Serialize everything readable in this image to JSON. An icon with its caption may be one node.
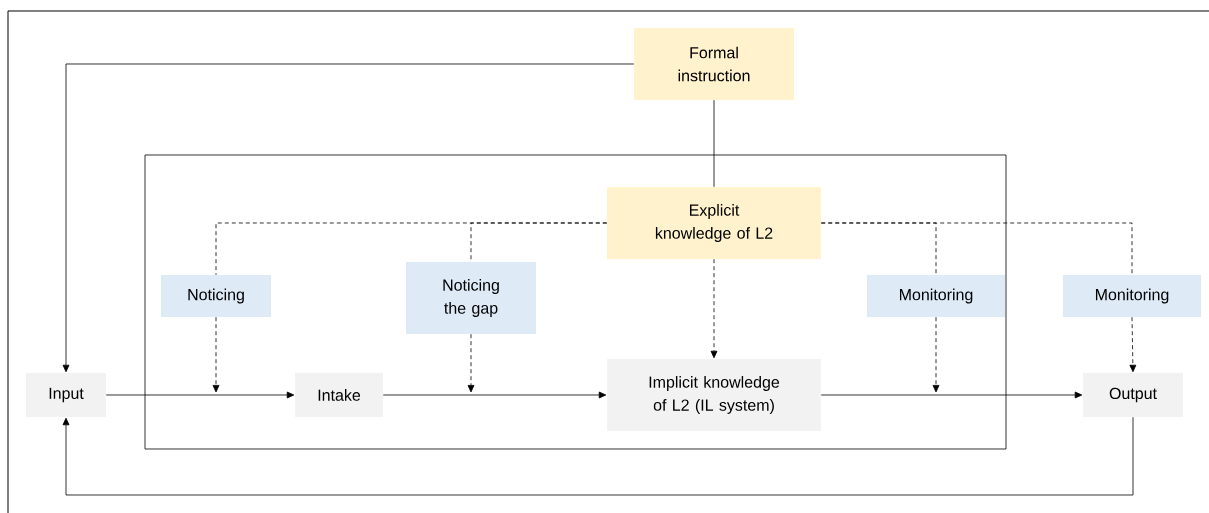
{
  "diagram": {
    "nodes": [
      {
        "text": [
          "Formal instruction"
        ]
      },
      {
        "text": [
          "Explicit knowledge of L2"
        ]
      },
      {
        "text": [
          "Noticing"
        ]
      },
      {
        "text": [
          "Noticing the gap"
        ]
      },
      {
        "text": [
          "Monitoring"
        ]
      },
      {
        "text": [
          "Monitoring"
        ]
      },
      {
        "text": [
          "Input"
        ]
      },
      {
        "text": [
          "Intake"
        ]
      },
      {
        "text": [
          "Implicit knowledge of L2 (IL system)"
        ]
      },
      {
        "text": [
          "Output"
        ]
      }
    ],
    "edges": [
      {
        "from": 0,
        "to": 6,
        "arrow": "to"
      },
      {
        "from": 0,
        "to": 1,
        "arrow": "none"
      },
      {
        "from": 1,
        "to": 2,
        "arrow": "none",
        "style": "dashed"
      },
      {
        "from": 1,
        "to": 3,
        "arrow": "none",
        "style": "dashed"
      },
      {
        "from": 1,
        "to": 8,
        "arrow": "to",
        "style": "dashed"
      },
      {
        "from": 1,
        "to": 4,
        "arrow": "none",
        "style": "dashed"
      },
      {
        "from": 1,
        "to": 5,
        "arrow": "none",
        "style": "dashed"
      },
      {
        "from": 2,
        "to": null,
        "arrow": "to",
        "style": "dashed"
      },
      {
        "from": 3,
        "to": null,
        "arrow": "to",
        "style": "dashed"
      },
      {
        "from": 4,
        "to": null,
        "arrow": "to",
        "style": "dashed"
      },
      {
        "from": 5,
        "to": 9,
        "arrow": "to",
        "style": "dashed"
      },
      {
        "from": 6,
        "to": 7,
        "arrow": "to"
      },
      {
        "from": 7,
        "to": 8,
        "arrow": "to"
      },
      {
        "from": 8,
        "to": 9,
        "arrow": "to"
      },
      {
        "from": 9,
        "to": 6,
        "arrow": "to"
      }
    ]
  }
}
